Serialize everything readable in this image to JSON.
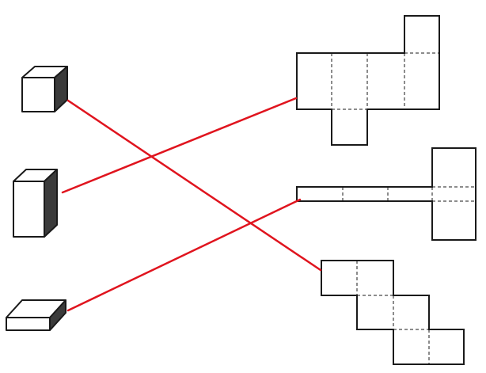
{
  "diagram": {
    "solids": [
      {
        "id": "cube",
        "shape": "cube"
      },
      {
        "id": "tall-box",
        "shape": "tall rectangular prism"
      },
      {
        "id": "flat-box",
        "shape": "flat rectangular prism"
      }
    ],
    "nets": [
      {
        "id": "net-cross",
        "shape": "net with four faces in a row, one face above the right end, one below the second face"
      },
      {
        "id": "net-strip",
        "shape": "net of four long thin faces in a row attached to two large squares"
      },
      {
        "id": "net-staircase",
        "shape": "staircase net of six squares"
      }
    ],
    "matches": [
      {
        "solid": "cube",
        "net": "net-staircase"
      },
      {
        "solid": "tall-box",
        "net": "net-cross"
      },
      {
        "solid": "flat-box",
        "net": "net-strip"
      }
    ],
    "colors": {
      "line": "#e0141e",
      "outline": "#1a1a1a",
      "shade": "#3b3b3b"
    }
  }
}
